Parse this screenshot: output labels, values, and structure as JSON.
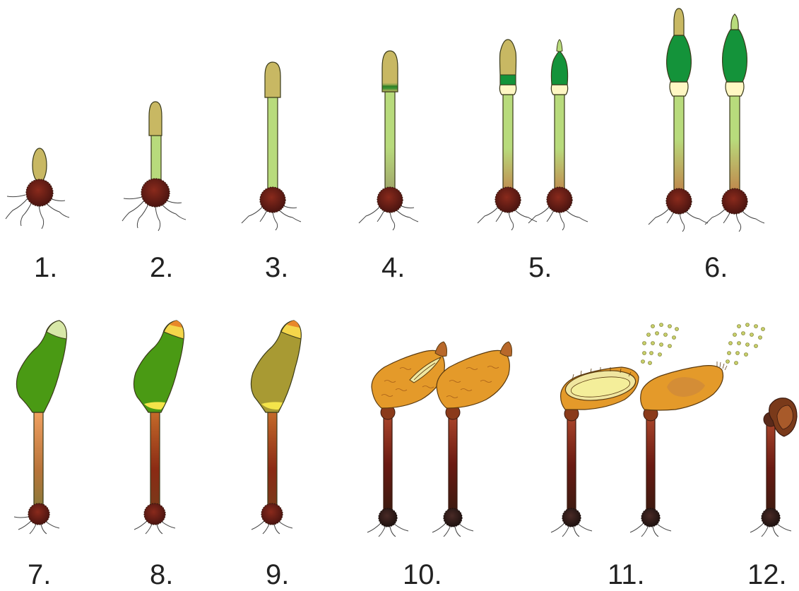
{
  "stage_labels": [
    "1.",
    "2.",
    "3.",
    "4.",
    "5.",
    "6.",
    "7.",
    "8.",
    "9.",
    "10.",
    "11.",
    "12."
  ],
  "colors": {
    "calyptra": "#c8b863",
    "seta_green": "#b8db7c",
    "seta_brown": "#c0844a",
    "seta_dark": "#7a1a12",
    "capsule_green": "#14933a",
    "capsule_olive": "#a89a33",
    "capsule_mature_green": "#4a9a14",
    "capsule_orange": "#e49a2a",
    "apophysis_pale": "#fff7c4",
    "operculum_yellow": "#f4d64a",
    "spore": "#c8d06a",
    "foot": "#6b1e14",
    "root": "#333333",
    "outline": "#3a3a1a"
  }
}
